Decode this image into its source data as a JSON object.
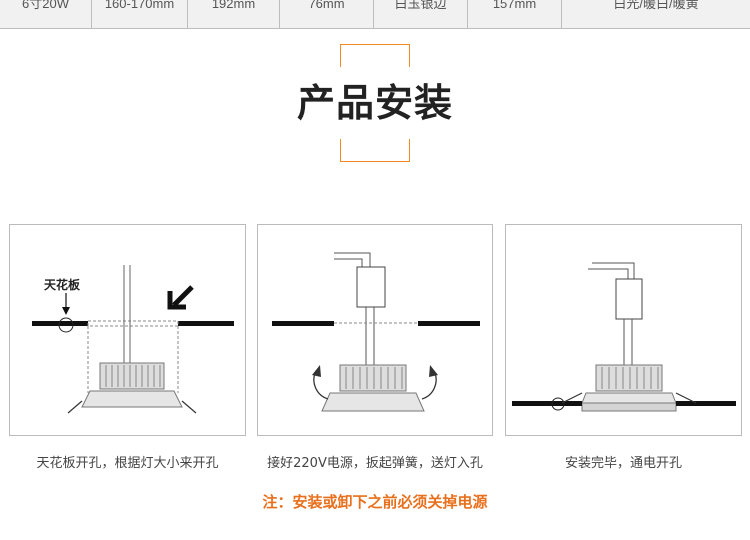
{
  "spec_row": [
    "6寸20W",
    "160-170mm",
    "192mm",
    "76mm",
    "白玉银边",
    "157mm",
    "白光/暖白/暖黄"
  ],
  "section_title": "产品安装",
  "panels": [
    {
      "label": "天花板",
      "caption": "天花板开孔，根据灯大小来开孔"
    },
    {
      "caption": "接好220V电源，扳起弹簧，送灯入孔"
    },
    {
      "caption": "安装完毕，通电开孔"
    }
  ],
  "warning": "注：安装或卸下之前必须关掉电源",
  "colors": {
    "accent": "#f08a24",
    "warning": "#e8701d"
  }
}
